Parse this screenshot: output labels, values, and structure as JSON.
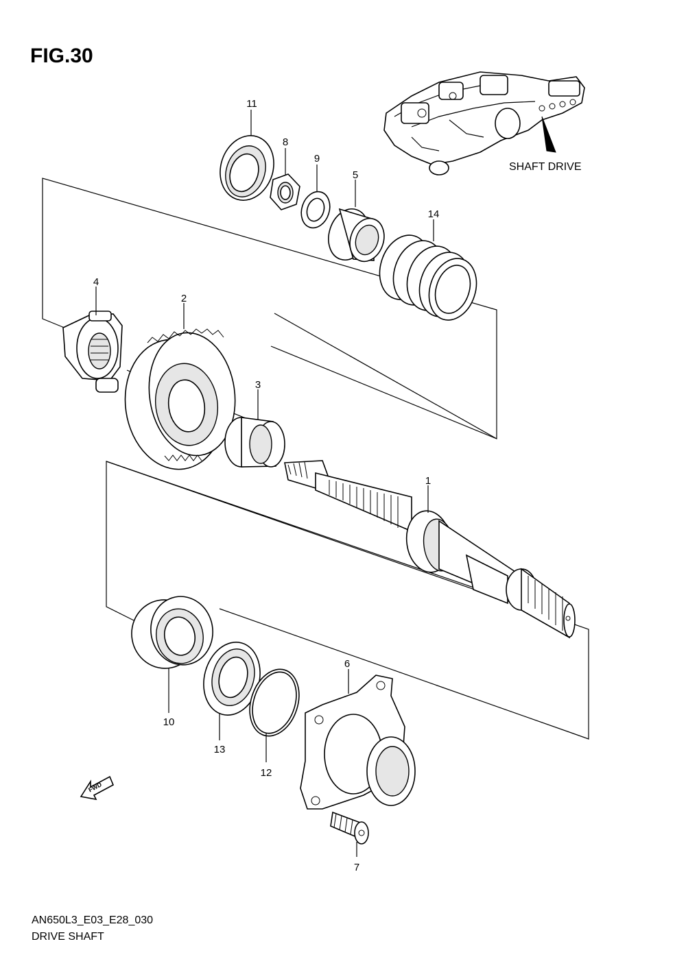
{
  "figure": {
    "title": "FIG.30"
  },
  "footer": {
    "code": "AN650L3_E03_E28_030",
    "name": "DRIVE SHAFT"
  },
  "inset": {
    "label": "SHAFT DRIVE"
  },
  "direction": {
    "label": "FWD"
  },
  "parts": [
    {
      "number": "1"
    },
    {
      "number": "2"
    },
    {
      "number": "3"
    },
    {
      "number": "4"
    },
    {
      "number": "5"
    },
    {
      "number": "6"
    },
    {
      "number": "7"
    },
    {
      "number": "8"
    },
    {
      "number": "9"
    },
    {
      "number": "10"
    },
    {
      "number": "11"
    },
    {
      "number": "12"
    },
    {
      "number": "13"
    },
    {
      "number": "14"
    }
  ]
}
